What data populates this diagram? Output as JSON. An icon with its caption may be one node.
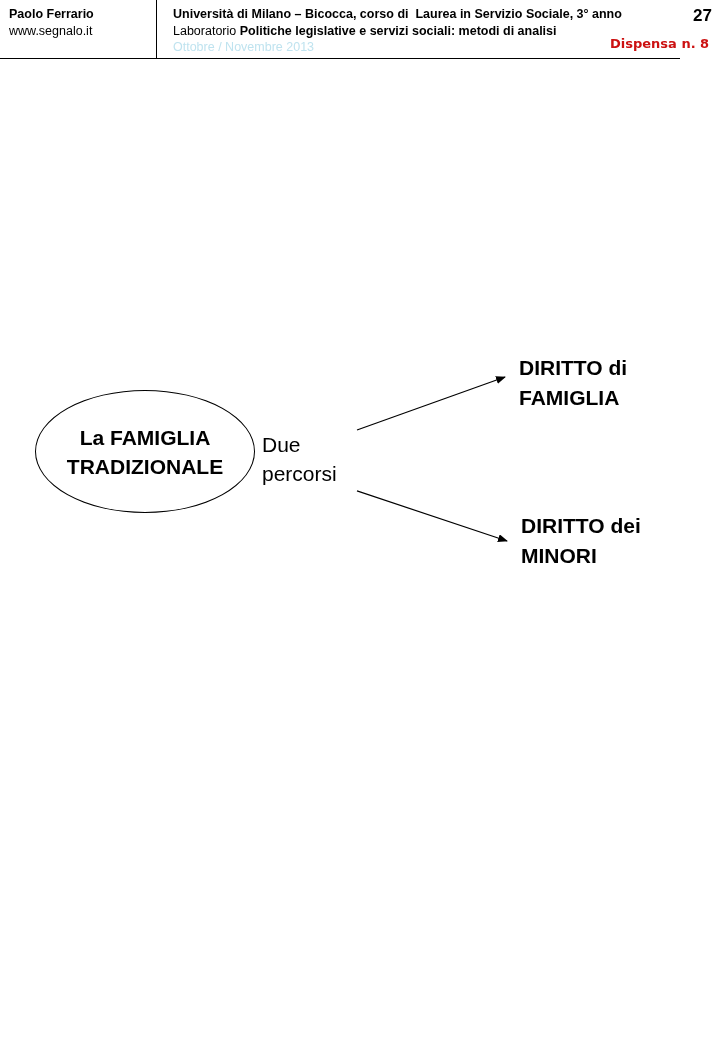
{
  "diagram": {
    "nodes": [
      {
        "text": [
          "La FAMIGLIA TRADIZIONALE"
        ]
      },
      {
        "text": [
          "Due percorsi"
        ]
      },
      {
        "text": [
          "DIRITTO di FAMIGLIA"
        ]
      },
      {
        "text": [
          "DIRITTO dei MINORI"
        ]
      }
    ],
    "edges": [
      {
        "from": 1,
        "to": 2,
        "arrow": "to"
      },
      {
        "from": 1,
        "to": 3,
        "arrow": "to"
      }
    ],
    "labels": [
      "Paolo Ferrario",
      "www.segnalo.it",
      "Università di Milano – Bicocca, corso di  Laurea in Servizio Sociale, 3° anno",
      "27",
      "Laboratorio **Politiche legislative e servizi sociali: metodi di analisi**",
      "Ottobre / Novembre 2013",
      "Dispensa n. 8"
    ]
  }
}
